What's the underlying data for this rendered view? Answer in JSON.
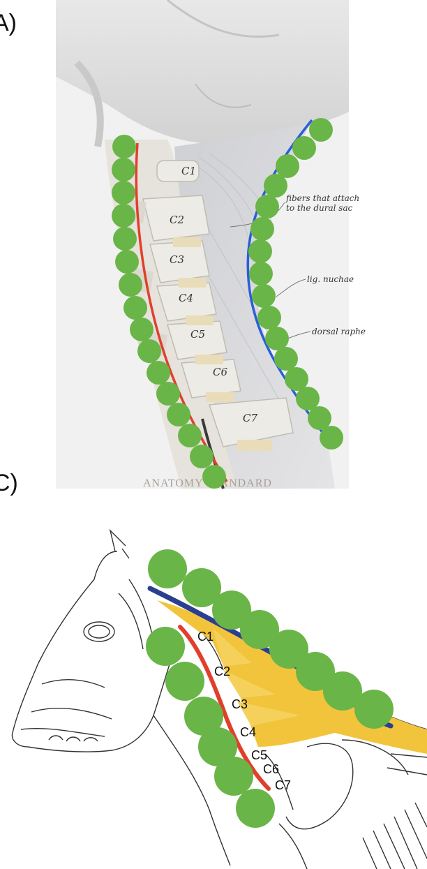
{
  "panels": [
    {
      "label": "A)",
      "vertebrae": [
        "C1",
        "C2",
        "C3",
        "C4",
        "C5",
        "C6",
        "C7"
      ],
      "annotations": {
        "fibers": [
          "fibers that attach",
          "to the dural sac"
        ],
        "lig": "lig. nuchae",
        "raphe": "dorsal raphe"
      },
      "watermark": "ANATOMY STANDARD"
    },
    {
      "label": "C)",
      "vertebrae": [
        "C1",
        "C2",
        "C3",
        "C4",
        "C5",
        "C6",
        "C7"
      ]
    }
  ],
  "colors": {
    "dot_green": "#6ab547",
    "spine_line_red": "#e0402b",
    "nuchal_line_blue": "#2a5fd8",
    "nuchal_line_navy": "#2a3f93",
    "ligament_yellow": "#f2c43c"
  }
}
